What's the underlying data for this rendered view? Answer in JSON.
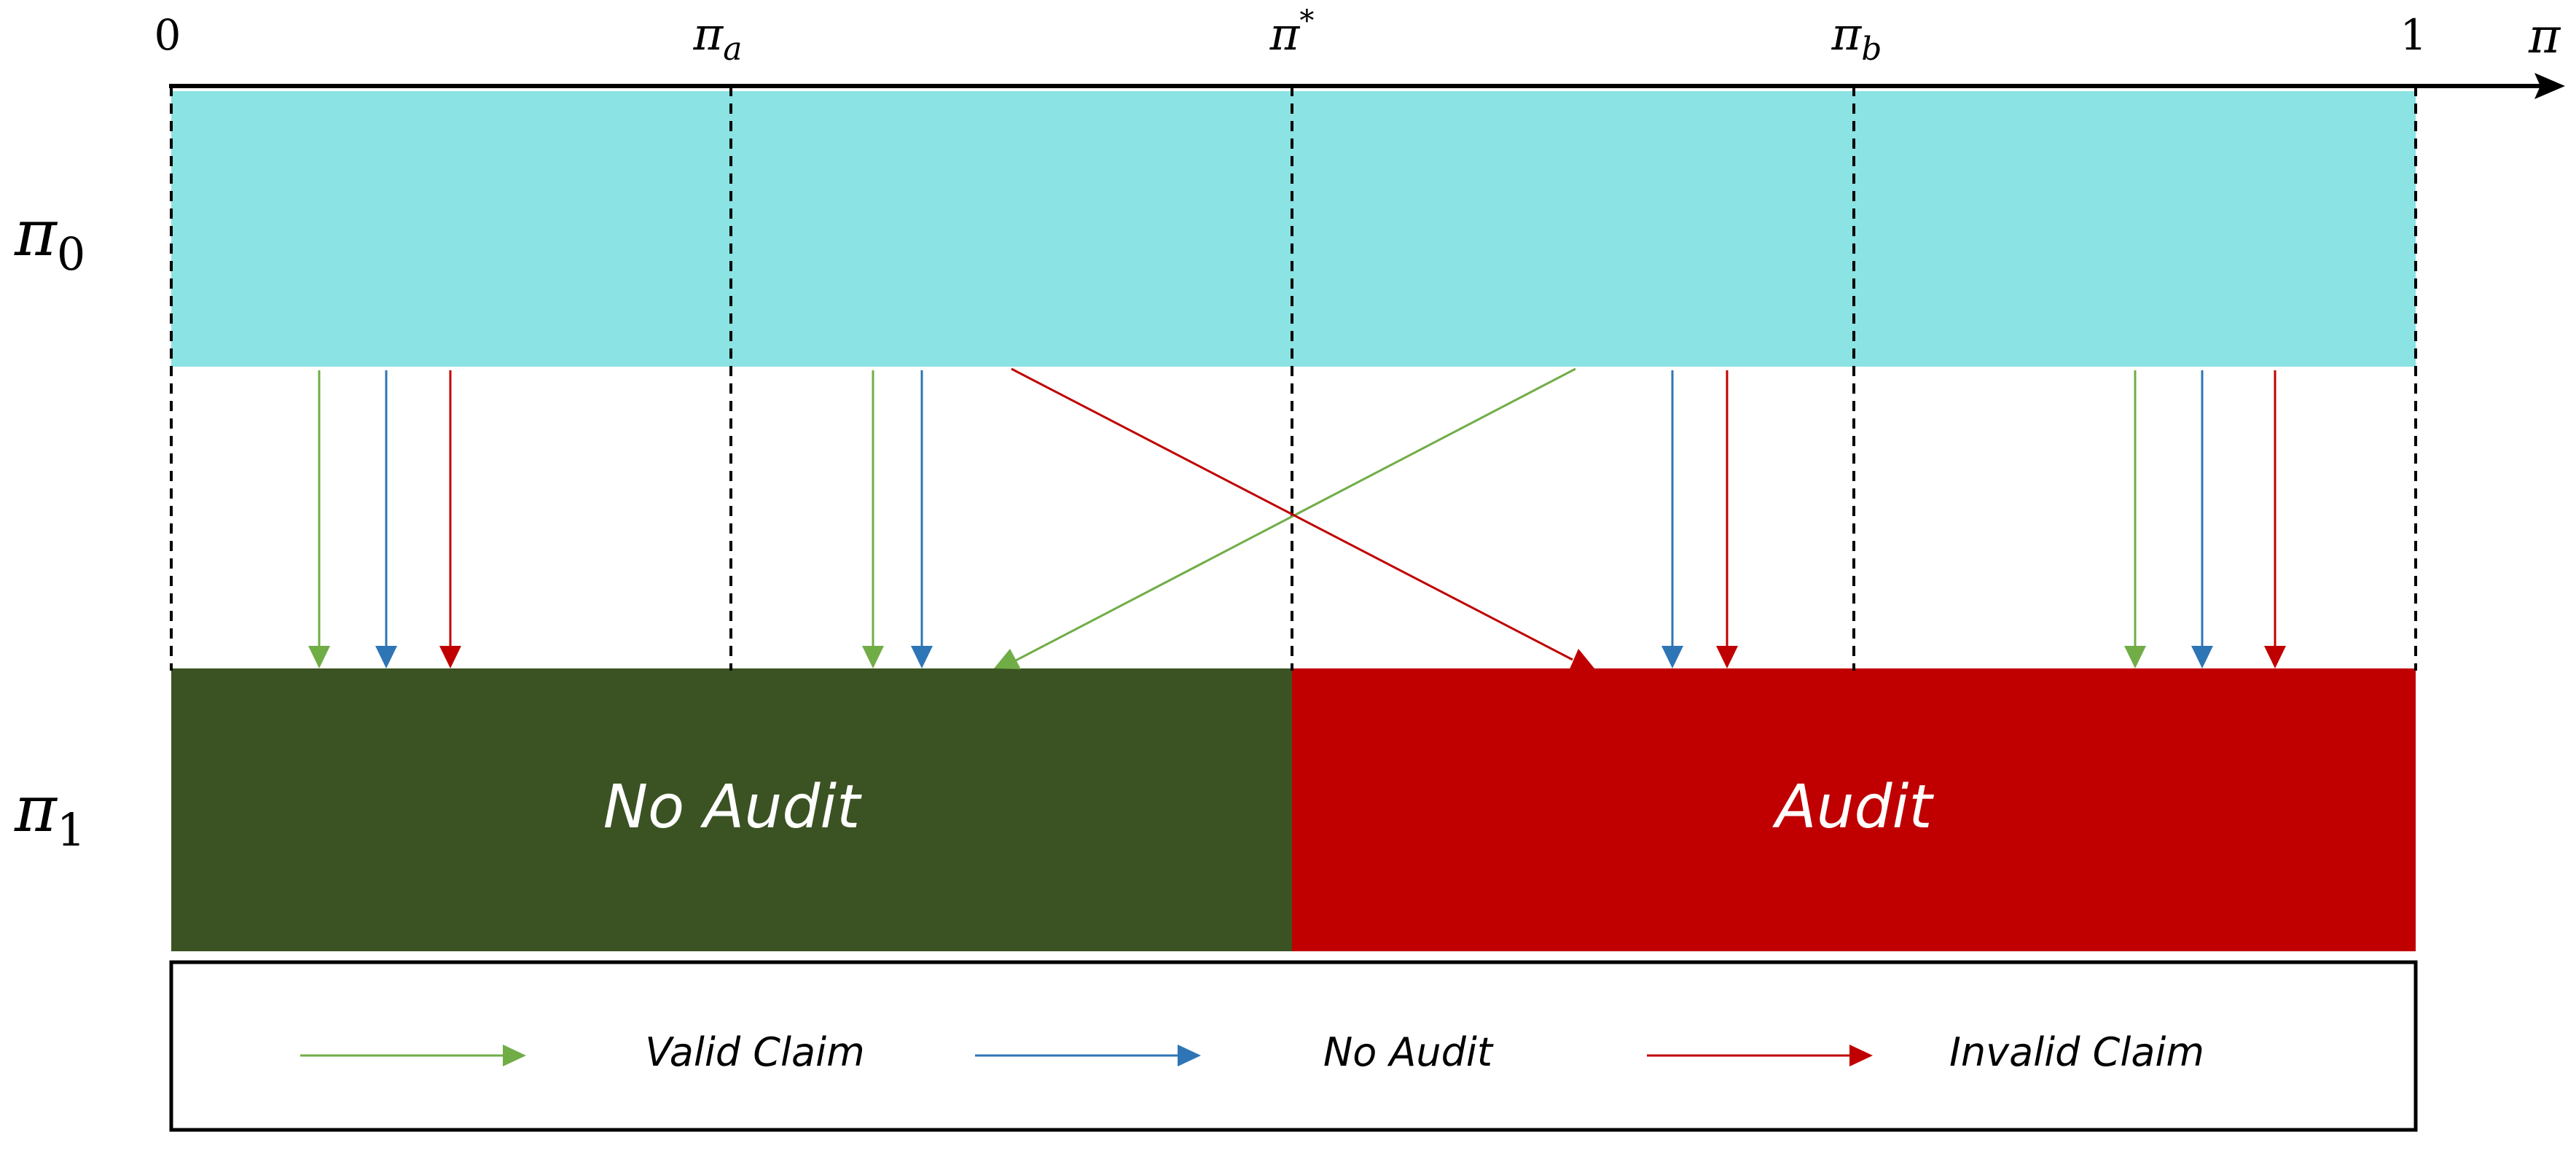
{
  "axis": {
    "label": "π",
    "ticks": [
      {
        "id": "zero",
        "main": "0",
        "sub": "",
        "sup": ""
      },
      {
        "id": "pi-a",
        "main": "π",
        "sub": "a",
        "sup": ""
      },
      {
        "id": "pi-star",
        "main": "π",
        "sub": "",
        "sup": "*"
      },
      {
        "id": "pi-b",
        "main": "π",
        "sub": "b",
        "sup": ""
      },
      {
        "id": "one",
        "main": "1",
        "sub": "",
        "sup": ""
      }
    ]
  },
  "rows": {
    "pi0": {
      "main": "π",
      "sub": "0"
    },
    "pi1": {
      "main": "π",
      "sub": "1"
    }
  },
  "regions": {
    "no_audit": "No Audit",
    "audit": "Audit"
  },
  "legend": {
    "items": [
      {
        "label": "Valid Claim",
        "color": "#70ad47"
      },
      {
        "label": "No Audit",
        "color": "#2e75b6"
      },
      {
        "label": "Invalid Claim",
        "color": "#c00000"
      }
    ]
  },
  "colors": {
    "pi0_band": "#8be3e3",
    "no_audit_band": "#3b5323",
    "audit_band": "#c00000",
    "valid": "#70ad47",
    "no_audit": "#2e75b6",
    "invalid": "#c00000"
  }
}
